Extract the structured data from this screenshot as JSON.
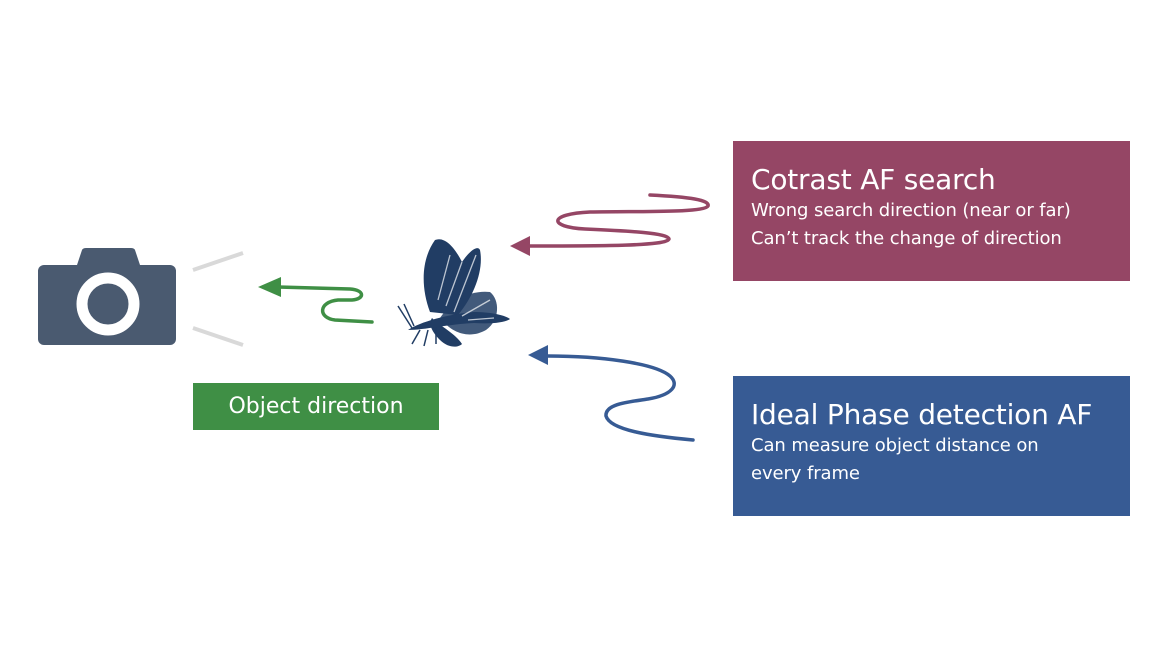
{
  "colors": {
    "background": "#ffffff",
    "camera": "#4a5a70",
    "view_lines": "#d9d9d9",
    "object_direction": "#3f8f45",
    "contrast_af": "#954665",
    "phase_af": "#375b94",
    "butterfly": "#213d64"
  },
  "icons": {
    "camera": "camera-icon",
    "butterfly": "butterfly-icon"
  },
  "object_direction": {
    "label": "Object direction"
  },
  "contrast_af": {
    "title": "Cotrast AF search",
    "lines": [
      "Wrong search direction (near or far)",
      "Can’t track the change of direction"
    ]
  },
  "phase_af": {
    "title": "Ideal Phase detection AF",
    "lines": [
      "Can measure object distance on",
      "every frame"
    ]
  }
}
